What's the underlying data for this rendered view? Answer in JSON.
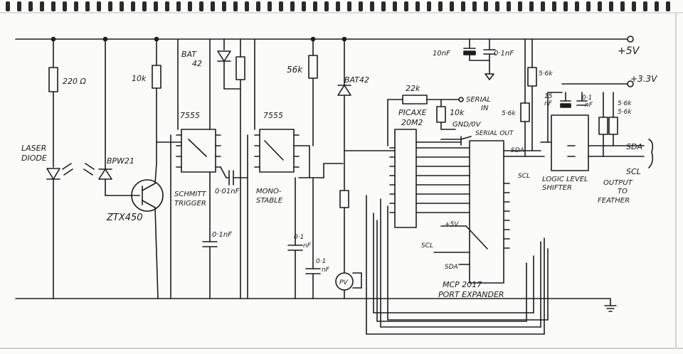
{
  "rails": {
    "plus5v": "+5V",
    "plus3v3": "+3.3V"
  },
  "labels": {
    "r220": "220 Ω",
    "laser": "LASER",
    "diode": "DIODE",
    "bpw21": "BPW21",
    "ztx450": "ZTX450",
    "r10k_a": "10k",
    "bat42_a": "BAT",
    "bat42_b": "42",
    "ic555_a": "7555",
    "schmitt": "SCHMITT",
    "trigger": "TRIGGER",
    "c001_a": "0·01nF",
    "c01_a": "0·1nF",
    "r56k": "56k",
    "ic555_b": "7555",
    "mono": "MONO-",
    "stable": "STABLE",
    "c01_b1": "0·1",
    "c01_b2": "nF",
    "c01_c1": "0·1",
    "c01_c2": "nF",
    "bat42_c": "BAT42",
    "pv": "PV",
    "c10nf": "10nF",
    "c01_top": "0·1nF",
    "r22k": "22k",
    "picaxe": "PICAXE",
    "picaxe2": "20M2",
    "serial_in_1": "SERIAL",
    "serial_in_2": "IN",
    "r10k_b": "10k",
    "gnd0v": "GND/0V",
    "serial_out": "SERIAL OUT",
    "r56k_1": "5·6k",
    "r56k_2": "5·6k",
    "c15nf_1": "15",
    "c15nf_2": "nF",
    "c01_d1": "0·1",
    "c01_d2": "nF",
    "r56k_3": "5·6k",
    "r56k_4": "5·6k",
    "sda_a": "SDA",
    "scl_a": "SCL",
    "logic_level": "LOGIC LEVEL",
    "shifter": "SHIFTER",
    "sda_out": "SDA",
    "scl_out": "SCL",
    "output": "OUTPUT",
    "to": "TO",
    "feather": "FEATHER",
    "plus5v_b": "+5V",
    "scl_b": "SCL",
    "sda_b": "SDA",
    "mcp": "MCP 2017",
    "port_exp": "PORT EXPANDER"
  }
}
